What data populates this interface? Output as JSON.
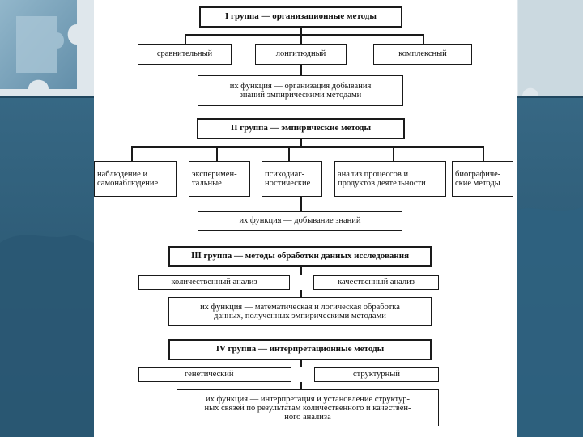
{
  "slide": {
    "group1": {
      "title": "I группа — организационные методы",
      "methods": [
        "сравнительный",
        "лонгитюдный",
        "комплексный"
      ],
      "function": "их функция — организация добывания\nзнаний эмпирическими методами"
    },
    "group2": {
      "title": "II группа — эмпирические методы",
      "methods": [
        "наблюдение и\nсамонаблюдение",
        "эксперимен-\nтальные",
        "психодиаг-\nностические",
        "анализ процессов и\nпродуктов деятельности",
        "биографиче-\nские методы"
      ],
      "function": "их функция — добывание знаний"
    },
    "group3": {
      "title": "III группа — методы обработки данных исследования",
      "methods": [
        "количественный анализ",
        "качественный анализ"
      ],
      "function": "их функция — математическая и логическая обработка\nданных, полученных эмпирическими методами"
    },
    "group4": {
      "title": "IV группа — интерпретационные методы",
      "methods": [
        "генетический",
        "структурный"
      ],
      "function": "их функция — интерпретация и установление структур-\nных связей по результатам количественного и качествен-\nного анализа"
    }
  },
  "colors": {
    "background": "#2d5f7b",
    "puzzle_light": "#7fa6bd",
    "sheet": "#ffffff",
    "lines": "#1a1a1a"
  }
}
